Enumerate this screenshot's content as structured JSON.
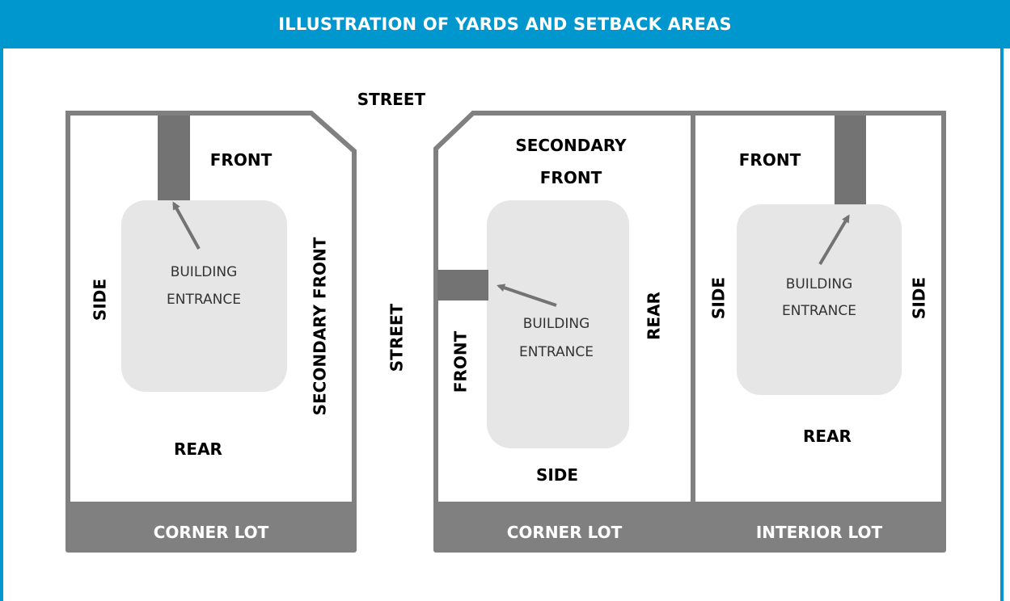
{
  "title": "ILLUSTRATION OF YARDS AND SETBACK AREAS",
  "streets": {
    "top": "STREET",
    "middle": "STREET"
  },
  "lot1": {
    "front": "FRONT",
    "side": "SIDE",
    "secondary_front": "SECONDARY FRONT",
    "rear": "REAR",
    "building": [
      "BUILDING",
      "ENTRANCE"
    ],
    "footer": "CORNER LOT"
  },
  "lot2": {
    "secondary_front": [
      "SECONDARY",
      "FRONT"
    ],
    "front": "FRONT",
    "rear": "REAR",
    "side": "SIDE",
    "building": [
      "BUILDING",
      "ENTRANCE"
    ],
    "footer": "CORNER LOT"
  },
  "lot3": {
    "front": "FRONT",
    "side_left": "SIDE",
    "side_right": "SIDE",
    "rear": "REAR",
    "building": [
      "BUILDING",
      "ENTRANCE"
    ],
    "footer": "INTERIOR LOT"
  },
  "colors": {
    "banner": "#0096CE",
    "lot_border": "#808080",
    "building_fill": "#E6E6E6",
    "driveway": "#737373",
    "arrow": "#737373"
  }
}
